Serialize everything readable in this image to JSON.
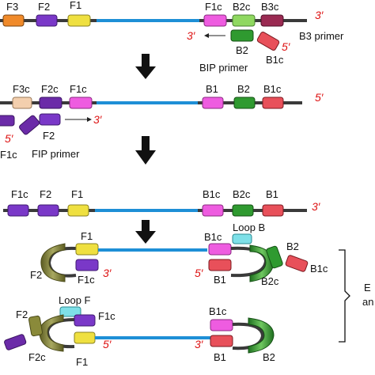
{
  "colors": {
    "strand_grey": "#3a3a3a",
    "strand_blue": "#1e8fd6",
    "F3": "#f08a2a",
    "F2": "#7a38c8",
    "F1": "#efe040",
    "F1c": "#ee5ce0",
    "B2c": "#8fd860",
    "B3c": "#9a2a52",
    "B2": "#2f9a30",
    "B1c": "#e8505a",
    "F3c": "#f3cfae",
    "F2c": "#6b2ba8",
    "B1": "#ee5ce0",
    "loop": "#7ee0e8",
    "olive": "#8a8a3a",
    "three_prime": "#dd1111"
  },
  "row1": {
    "F3": "F3",
    "F2": "F2",
    "F1": "F1",
    "F1c": "F1c",
    "B2c": "B2c",
    "B3c": "B3c",
    "three_prime": "3′",
    "primer_three_prime": "3′",
    "primer_five_prime": "5′",
    "B2": "B2",
    "B1c": "B1c",
    "B3_primer": "B3 primer",
    "BIP_primer": "BIP primer"
  },
  "row2": {
    "F3c": "F3c",
    "F2c": "F2c",
    "F1c": "F1c",
    "B1": "B1",
    "B2": "B2",
    "B1c": "B1c",
    "five_prime": "5′",
    "primer_five_prime": "5′",
    "primer_three_prime": "3′",
    "F1c_primer": "F1c",
    "F2": "F2",
    "FIP_primer": "FIP primer"
  },
  "row3": {
    "F1c": "F1c",
    "F2": "F2",
    "F1": "F1",
    "B1c": "B1c",
    "B2c": "B2c",
    "B1": "B1",
    "three_prime": "3′"
  },
  "row4": {
    "F1": "F1",
    "F2": "F2",
    "F1c": "F1c",
    "three_prime": "3′",
    "B1c": "B1c",
    "Loop_B": "Loop B",
    "B2": "B2",
    "B1c_right": "B1c",
    "five_prime": "5′",
    "B1": "B1",
    "B2c": "B2c"
  },
  "row5": {
    "Loop_F": "Loop F",
    "F2": "F2",
    "F1c": "F1c",
    "F2c": "F2c",
    "five_prime": "5′",
    "F1": "F1",
    "B1c": "B1c",
    "three_prime": "3′",
    "B1": "B1",
    "B2": "B2"
  },
  "side": {
    "line1": "E",
    "line2": "an"
  }
}
